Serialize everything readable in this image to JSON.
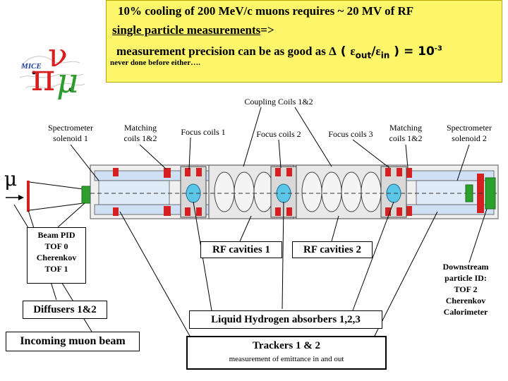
{
  "banner": {
    "line1": "10% cooling of 200 MeV/c muons requires ~ 20 MV of RF",
    "line2_link": "single particle measurements",
    "line2_arrow": " =>",
    "line3_text": "measurement precision can be as good as ",
    "line3_delta": "Δ",
    "line3_paren": " ( ",
    "line3_eps1": "ε",
    "line3_sub1": "out",
    "line3_slash": "/",
    "line3_eps2": "ε",
    "line3_sub2": "in",
    "line3_eq": " ) = 10",
    "line3_exp": "-3",
    "line4": "never done before either…."
  },
  "logo": {
    "text": "MICE",
    "pi": "π",
    "nu": "ν",
    "mu": "μ"
  },
  "labels": {
    "coupling_coils": "Coupling Coils 1&2",
    "spectrometer_1_l1": "Spectrometer",
    "spectrometer_1_l2": "solenoid 1",
    "matching_1_l1": "Matching",
    "matching_1_l2": "coils 1&2",
    "focus_1": "Focus coils 1",
    "focus_2": "Focus coils 2",
    "focus_3": "Focus coils 3",
    "matching_2_l1": "Matching",
    "matching_2_l2": "coils 1&2",
    "spectrometer_2_l1": "Spectrometer",
    "spectrometer_2_l2": "solenoid 2",
    "mu_symbol": "μ"
  },
  "boxes": {
    "beam_pid": [
      "Beam PID",
      "TOF 0",
      "Cherenkov",
      "TOF 1"
    ],
    "rf_cavities_1": "RF cavities 1",
    "rf_cavities_2": "RF cavities 2",
    "downstream": [
      "Downstream",
      "particle ID:",
      "TOF 2",
      "Cherenkov",
      "Calorimeter"
    ],
    "diffusers": "Diffusers 1&2",
    "lh2_absorbers": "Liquid Hydrogen absorbers 1,2,3",
    "incoming_beam": "Incoming muon beam",
    "trackers": "Trackers 1 & 2",
    "trackers_sub": "measurement of emittance in and out"
  },
  "colors": {
    "banner_bg": "#fdf56a",
    "logo_red": "#d81e1e",
    "logo_green": "#2e9b2e",
    "coil_red": "#d42020",
    "detector_green": "#2ca02c",
    "absorber_cyan": "#5bc6e8",
    "beamline_blue": "#cfe0f4"
  }
}
